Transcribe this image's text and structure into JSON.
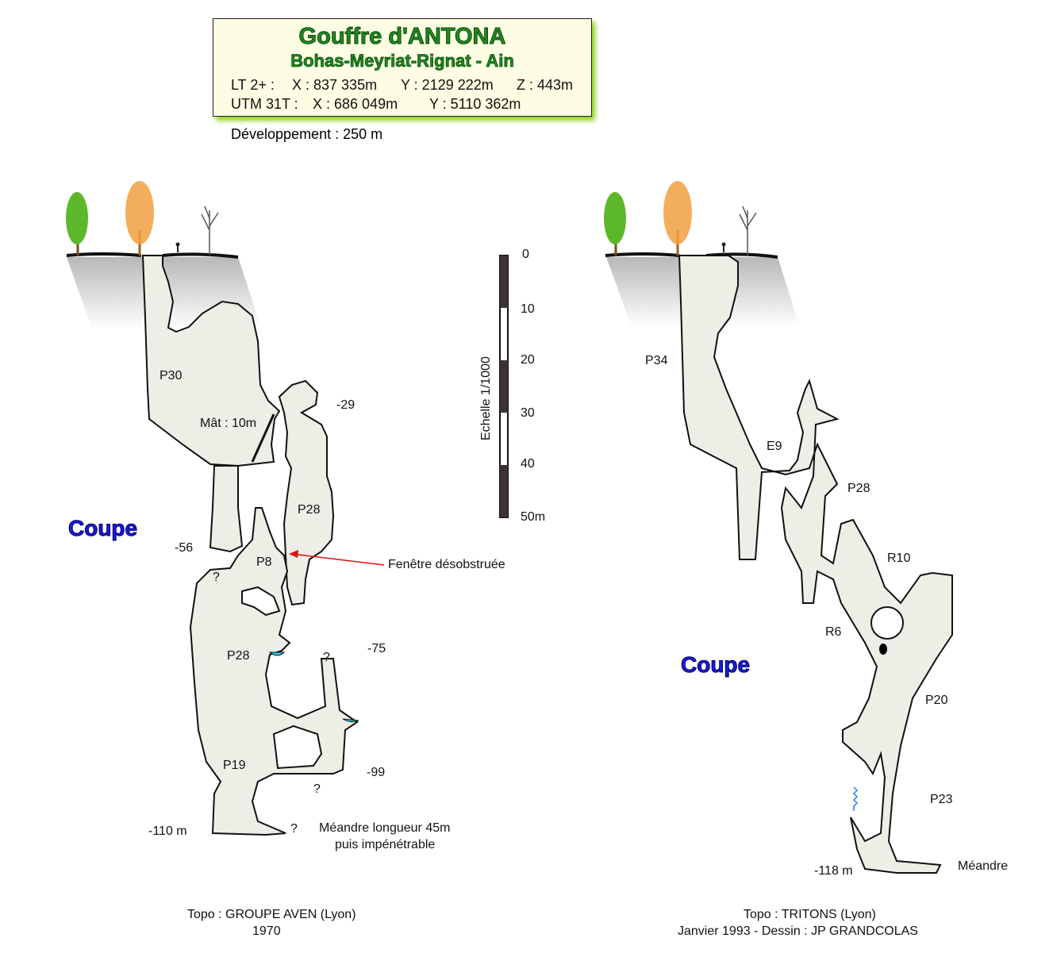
{
  "title": {
    "name": "Gouffre d'ANTONA",
    "location": "Bohas-Meyriat-Rignat  -  Ain",
    "lt2": {
      "label": "LT 2+ :",
      "x": "X : 837 335m",
      "y": "Y : 2129 222m",
      "z": "Z : 443m"
    },
    "utm": {
      "label": "UTM 31T :",
      "x": "X : 686 049m",
      "y": "Y : 5110 362m"
    },
    "development": "Développement : 250 m"
  },
  "scale": {
    "label": "Echelle 1/1000",
    "ticks": [
      "0",
      "10",
      "20",
      "30",
      "40",
      "50m"
    ]
  },
  "left_survey": {
    "section_label": "Coupe",
    "labels": {
      "p30": "P30",
      "mat": "Mât : 10m",
      "d29": "-29",
      "p28a": "P28",
      "d56": "-56",
      "p8": "P8",
      "window": "Fenêtre désobstruée",
      "q1": "?",
      "d75": "-75",
      "p28b": "P28",
      "q2": "?",
      "p19": "P19",
      "d99": "-99",
      "q3": "?",
      "d110": "-110 m",
      "q4": "?",
      "meander1": "Méandre longueur 45m",
      "meander2": "puis impénétrable"
    },
    "credit1": "Topo : GROUPE AVEN (Lyon)",
    "credit2": "1970"
  },
  "right_survey": {
    "section_label": "Coupe",
    "labels": {
      "p34": "P34",
      "e9": "E9",
      "p28": "P28",
      "r10": "R10",
      "r6": "R6",
      "p20": "P20",
      "p23": "P23",
      "d118": "-118 m",
      "meander": "Méandre"
    },
    "credit1": "Topo : TRITONS (Lyon)",
    "credit2": "Janvier 1993  -  Dessin : JP GRANDCOLAS"
  },
  "colors": {
    "cave_fill": "#eeede6",
    "coupe": "#1a1ae0",
    "title_green": "#1f8a1f",
    "arrow": "#e01010",
    "water": "#30c8e0"
  }
}
